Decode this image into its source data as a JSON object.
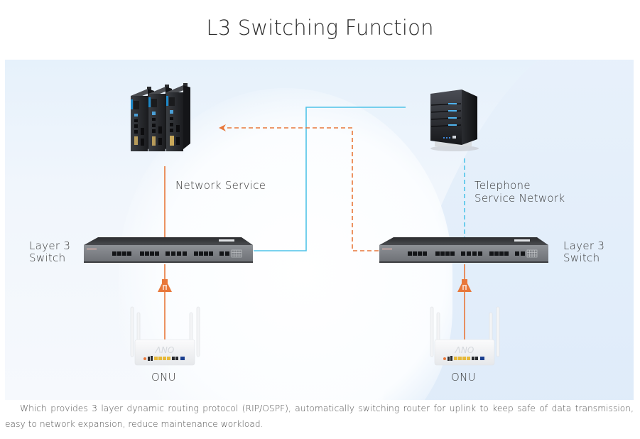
{
  "title": "L3 Switching Function",
  "diagram": {
    "nodes": {
      "network_servers": {
        "label": "Network Service",
        "icon": "server-rack-icon"
      },
      "telephone_server": {
        "label_line1": "Telephone",
        "label_line2": "Service Network",
        "icon": "tower-server-icon"
      },
      "switch_left": {
        "label_line1": "Layer 3",
        "label_line2": "Switch",
        "icon": "network-switch-icon"
      },
      "switch_right": {
        "label_line1": "Layer 3",
        "label_line2": "Switch",
        "icon": "network-switch-icon"
      },
      "onu_left": {
        "label": "ONU",
        "icon": "wifi-router-icon",
        "brand": "ΛNO"
      },
      "onu_right": {
        "label": "ONU",
        "icon": "wifi-router-icon",
        "brand": "ΛNO"
      }
    },
    "connections": [
      {
        "from": "switch_left",
        "to": "network_servers",
        "style": "solid",
        "color": "#e8773a"
      },
      {
        "from": "switch_left",
        "to": "telephone_server",
        "style": "solid",
        "color": "#4fc3e8"
      },
      {
        "from": "switch_right",
        "to": "network_servers",
        "style": "dashed",
        "color": "#e8773a",
        "arrow": "end"
      },
      {
        "from": "switch_right",
        "to": "telephone_server",
        "style": "dashed",
        "color": "#4fc3e8"
      },
      {
        "from": "onu_left",
        "to": "switch_left",
        "style": "solid",
        "color": "#e8773a",
        "connector_icon": "plug-icon"
      },
      {
        "from": "onu_right",
        "to": "switch_right",
        "style": "solid",
        "color": "#e8773a",
        "connector_icon": "plug-icon"
      }
    ],
    "colors": {
      "orange": "#e8773a",
      "cyan": "#4fc3e8"
    }
  },
  "caption": "Which provides 3 layer dynamic routing protocol (RIP/OSPF), automatically switching router for uplink to keep safe of data transmission, easy to network expansion, reduce maintenance workload."
}
